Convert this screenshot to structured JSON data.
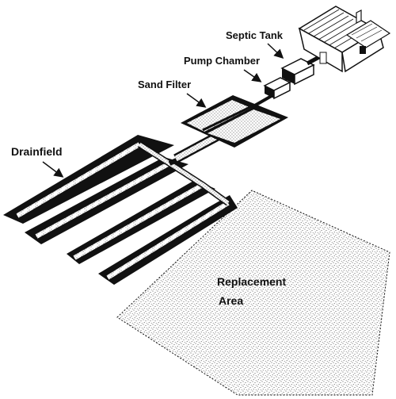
{
  "labels": {
    "septic_tank": "Septic Tank",
    "pump_chamber": "Pump Chamber",
    "sand_filter": "Sand Filter",
    "drainfield": "Drainfield",
    "replacement_line1": "Replacement",
    "replacement_line2": "Area"
  },
  "colors": {
    "ink": "#111111",
    "paper": "#ffffff",
    "stipple": "#333333"
  }
}
